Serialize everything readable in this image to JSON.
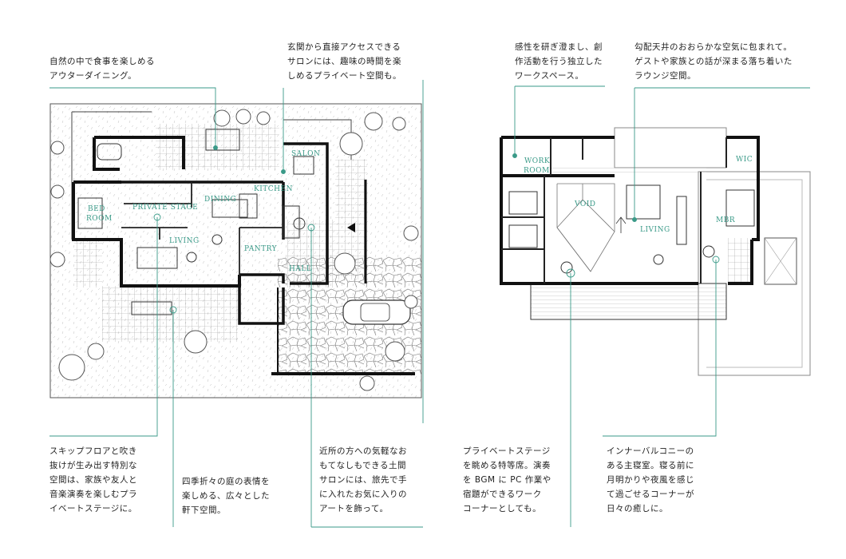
{
  "notes": {
    "top_outer_dining": "自然の中で食事を楽しめる\nアウターダイニング。",
    "top_salon": "玄関から直接アクセスできる\nサロンには、趣味の時間を楽\nしめるプライベート空間も。",
    "top_work_room": "感性を研ぎ澄まし、創\n作活動を行う独立した\nワークスペース。",
    "top_lounge": "勾配天井のおおらかな空気に包まれて。\nゲストや家族との話が深まる落ち着いた\nラウンジ空間。",
    "bottom_skip_floor": "スキップフロアと吹き\n抜けが生み出す特別な\n空間は、家族や友人と\n音楽演奏を楽しむプラ\nイベートステージに。",
    "bottom_eaves": "四季折々の庭の表情を\n楽しめる、広々とした\n軒下空間。",
    "bottom_doma_salon": "近所の方への気軽なお\nもてなしもできる土間\nサロンには、旅先で手\nに入れたお気に入りの\nアートを飾って。",
    "bottom_stage_seat": "プライベートステージ\nを眺める特等席。演奏\nを BGM に PC 作業や\n宿題ができるワーク\nコーナーとしても。",
    "bottom_inner_balcony": "インナーバルコニーの\nある主寝室。寝る前に\n月明かりや夜風を感じ\nて過ごせるコーナーが\n日々の癒しに。"
  },
  "plan1_labels": {
    "salon": "SALON",
    "dining": "DINING",
    "kitchen": "KITCHEN",
    "bed": "BED",
    "room": "ROOM",
    "private_stage": "PRIVATE STAGE",
    "living": "LIVING",
    "pantry": "PANTRY",
    "hall": "HALL"
  },
  "plan2_labels": {
    "work": "WORK",
    "room": "ROOM",
    "wic": "WIC",
    "void": "VOID",
    "living": "LIVING",
    "mbr": "MBR"
  },
  "colors": {
    "accent": "#3a9a88",
    "wall": "#111111"
  }
}
